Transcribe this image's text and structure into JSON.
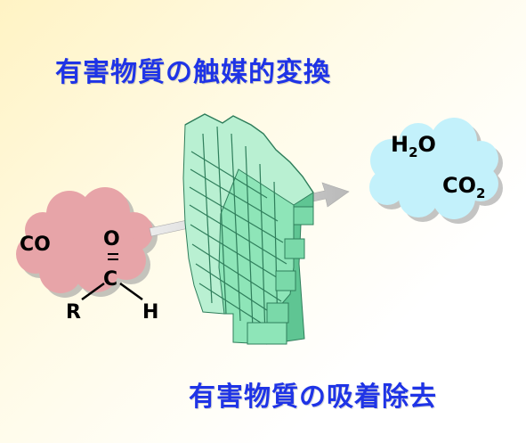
{
  "title_top": "有害物質の触媒的変換",
  "title_bottom": "有害物質の吸着除去",
  "reactants": {
    "co": "CO",
    "o": "O",
    "c": "C",
    "r": "R",
    "h": "H"
  },
  "products": {
    "water_h": "H",
    "water_sub": "2",
    "water_o": "O",
    "co2_main": "CO",
    "co2_sub": "2"
  },
  "colors": {
    "title": "#1f34e6",
    "reactant_cloud": "#e7a4a8",
    "product_cloud": "#c3f1fb",
    "catalyst": "#8ee5b8",
    "arrow": "#c9c9c9"
  }
}
